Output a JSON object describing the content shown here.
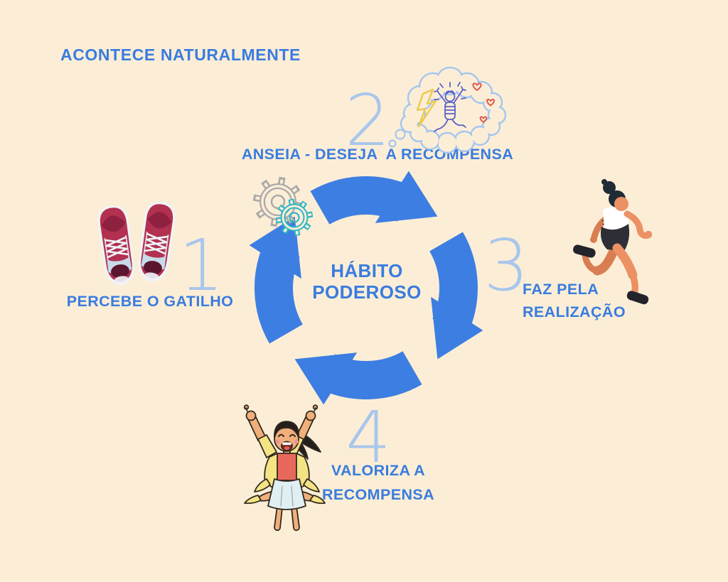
{
  "title": "ACONTECE NATURALMENTE",
  "center": {
    "line1": "HÁBITO",
    "line2": "PODEROSO"
  },
  "cycle": {
    "icon": "cycle-arrows-icon",
    "gears_icon": "gears-icon"
  },
  "steps": [
    {
      "number": "1",
      "label": "PERCEBE O GATILHO",
      "icon": "sneakers-illustration"
    },
    {
      "number": "2",
      "label": "ANSEIA - DESEJA  A RECOMPENSA",
      "icon": "thought-bubble-icon"
    },
    {
      "number": "3",
      "label_line1": "FAZ PELA",
      "label_line2": "REALIZAÇÃO",
      "icon": "runner-illustration"
    },
    {
      "number": "4",
      "label_line1": "VALORIZA A",
      "label_line2": "RECOMPENSA",
      "icon": "jumping-woman-illustration"
    }
  ],
  "colors": {
    "background": "#FCEED6",
    "arrow_blue": "#3D7EE2",
    "text_blue": "#3A7CE0",
    "number_blue": "#A9C6EC",
    "gear_gray": "#A9A9A9",
    "gear_teal": "#2FB5C4",
    "bubble_outline": "#A5C6EF",
    "doodle_blue": "#5A62C8",
    "lightning_yellow": "#EDC94D",
    "heart_red": "#E15B50",
    "shoe_red": "#B23050",
    "shoe_dark_red": "#8E2140",
    "shoe_maroon": "#5C152E",
    "shoe_trim": "#EFF4F8",
    "shoe_collar": "#C7DBE9",
    "runner_skin": "#EB9164",
    "runner_skin_shadow": "#D97E52",
    "runner_hair": "#1F2B35",
    "runner_top": "#FFFFFF",
    "runner_shorts": "#2E2E36",
    "runner_shoes": "#23232B",
    "jumper_skin": "#F0AF7C",
    "jumper_hair": "#241F1C",
    "jumper_jacket": "#F4E483",
    "jumper_top": "#E8695B",
    "jumper_skirt": "#DFEFF4",
    "jumper_outline": "#33291F",
    "jumper_cheek": "#F09090",
    "jumper_mouth": "#7E2B22",
    "jumper_tongue": "#E26459"
  }
}
